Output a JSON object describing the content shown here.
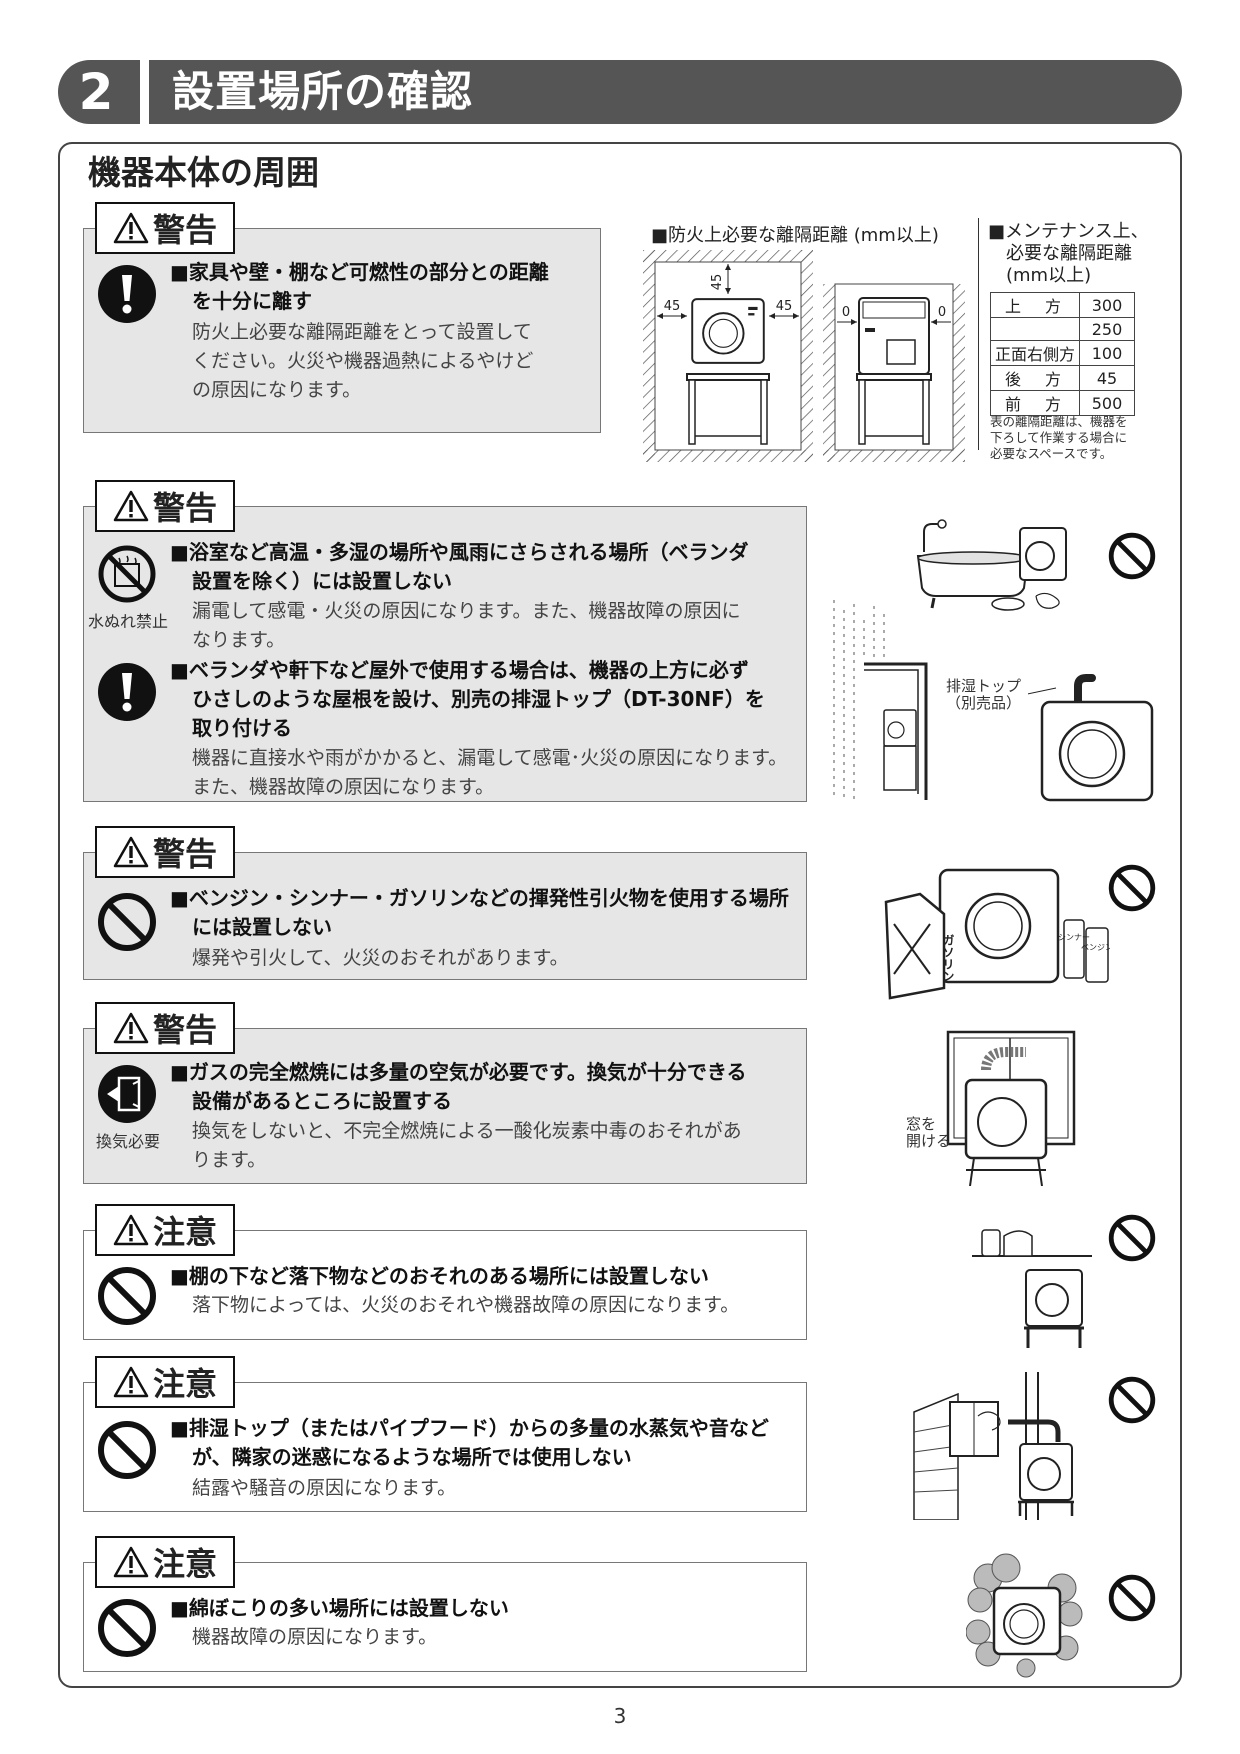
{
  "header": {
    "number": "2",
    "title": "設置場所の確認"
  },
  "section": {
    "title": "機器本体の周囲"
  },
  "labels": {
    "warning": "警告",
    "caution": "注意"
  },
  "clearance": {
    "fire_title": "■防火上必要な離隔距離 (mm以上)",
    "dims": {
      "side_left": "45",
      "side_right": "45",
      "top": "45",
      "zero_left": "0",
      "zero_right": "0"
    },
    "maintenance_title_1": "■メンテナンス上、",
    "maintenance_title_2": "必要な離隔距離",
    "maintenance_title_3": "(mm以上)",
    "table": [
      {
        "label": "上　方",
        "value": "300"
      },
      {
        "label": "",
        "value": "250"
      },
      {
        "label": "正面右側方",
        "value": "100"
      },
      {
        "label": "後　方",
        "value": "45"
      },
      {
        "label": "前　方",
        "value": "500"
      }
    ],
    "note_1": "表の離隔距離は、機器を",
    "note_2": "下ろして作業する場合に",
    "note_3": "必要なスペースです。"
  },
  "items": [
    {
      "heading_1": "■家具や壁・棚など可燃性の部分との距離",
      "heading_2": "を十分に離す",
      "body_1": "防火上必要な離隔距離をとって設置して",
      "body_2": "ください。火災や機器過熱によるやけど",
      "body_3": "の原因になります。"
    },
    {
      "icon_caption": "水ぬれ禁止",
      "heading_1": "■浴室など高温・多湿の場所や風雨にさらされる場所（ベランダ",
      "heading_2": "設置を除く）には設置しない",
      "body_1": "漏電して感電・火災の原因になります。また、機器故障の原因に",
      "body_2": "なります。"
    },
    {
      "heading_1": "■ベランダや軒下など屋外で使用する場合は、機器の上方に必ず",
      "heading_2": "ひさしのような屋根を設け、別売の排湿トップ（DT-30NF）を",
      "heading_3": "取り付ける",
      "body_1": "機器に直接水や雨がかかると、漏電して感電･火災の原因になります。",
      "body_2": "また、機器故障の原因になります。"
    },
    {
      "heading_1": "■ベンジン・シンナー・ガソリンなどの揮発性引火物を使用する場所",
      "heading_2": "には設置しない",
      "body_1": "爆発や引火して、火災のおそれがあります。"
    },
    {
      "icon_caption": "換気必要",
      "heading_1": "■ガスの完全燃焼には多量の空気が必要です。換気が十分できる",
      "heading_2": "設備があるところに設置する",
      "body_1": "換気をしないと、不完全燃焼による一酸化炭素中毒のおそれがあ",
      "body_2": "ります。"
    },
    {
      "heading_1": "■棚の下など落下物などのおそれのある場所には設置しない",
      "body_1": "落下物によっては、火災のおそれや機器故障の原因になります。"
    },
    {
      "heading_1": "■排湿トップ（またはパイプフード）からの多量の水蒸気や音など",
      "heading_2": "が、隣家の迷惑になるような場所では使用しない",
      "body_1": "結露や騒音の原因になります。"
    },
    {
      "heading_1": "■綿ぼこりの多い場所には設置しない",
      "body_1": "機器故障の原因になります。"
    }
  ],
  "illus": {
    "exhaust_top_1": "排湿トップ",
    "exhaust_top_2": "（別売品）",
    "open_window_1": "窓を",
    "open_window_2": "開ける",
    "gasoline": "ガソリン",
    "thinner": "シンナー",
    "benzine": "ベンジン"
  },
  "page_number": "3"
}
